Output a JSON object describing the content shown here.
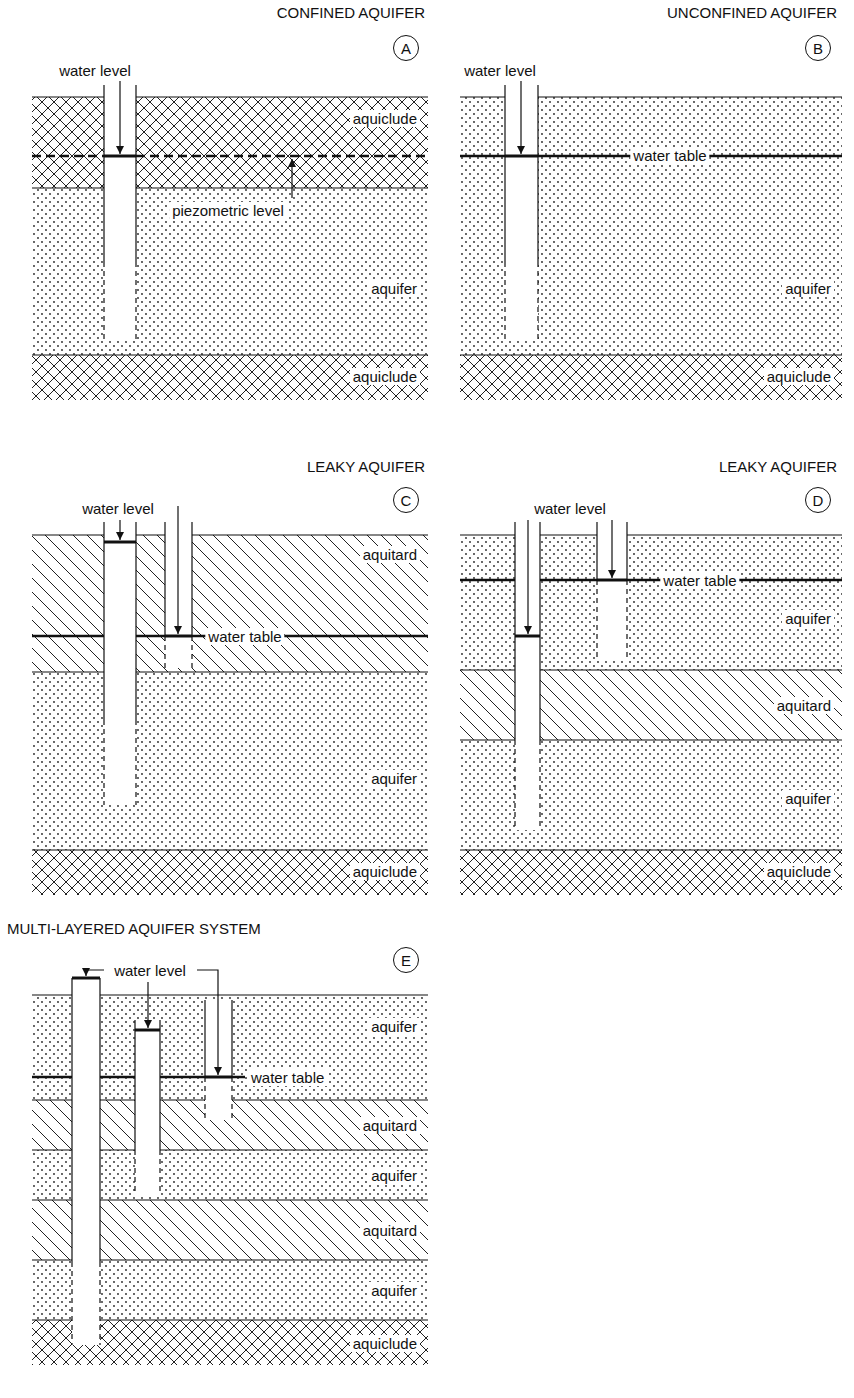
{
  "diagram": {
    "nodes": [
      {
        "text": [
          "A"
        ]
      },
      {
        "text": [
          "aquiclude"
        ]
      },
      {
        "text": [
          "aquifer"
        ]
      },
      {
        "text": [
          "aquiclude"
        ]
      },
      {
        "text": [
          "B"
        ]
      },
      {
        "text": [
          "aquifer"
        ]
      },
      {
        "text": [
          "aquiclude"
        ]
      },
      {
        "text": [
          "C"
        ]
      },
      {
        "text": [
          "aquitard"
        ]
      },
      {
        "text": [
          "aquifer"
        ]
      },
      {
        "text": [
          "aquiclude"
        ]
      },
      {
        "text": [
          "D"
        ]
      },
      {
        "text": [
          "aquifer"
        ]
      },
      {
        "text": [
          "aquitard"
        ]
      },
      {
        "text": [
          "aquifer"
        ]
      },
      {
        "text": [
          "aquiclude"
        ]
      },
      {
        "text": [
          "E"
        ]
      },
      {
        "text": [
          "aquifer"
        ]
      },
      {
        "text": [
          "aquitard"
        ]
      },
      {
        "text": [
          "aquifer"
        ]
      },
      {
        "text": [
          "aquitard"
        ]
      },
      {
        "text": [
          "aquifer"
        ]
      },
      {
        "text": [
          "aquiclude"
        ]
      }
    ],
    "labels": [
      "CONFINED AQUIFER",
      "water level",
      "piezometric level",
      "UNCONFINED AQUIFER",
      "water level",
      "water table",
      "LEAKY AQUIFER",
      "water level",
      "water table",
      "LEAKY AQUIFER",
      "water level",
      "water table",
      "MULTI-LAYERED AQUIFER SYSTEM",
      "water level",
      "water table"
    ]
  }
}
